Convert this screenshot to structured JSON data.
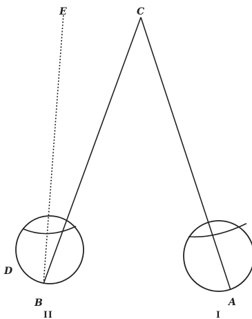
{
  "points": {
    "A": "A",
    "B": "B",
    "C": "C",
    "D": "D",
    "E": "E"
  },
  "eye_labels": {
    "left": "II",
    "right": "I"
  }
}
